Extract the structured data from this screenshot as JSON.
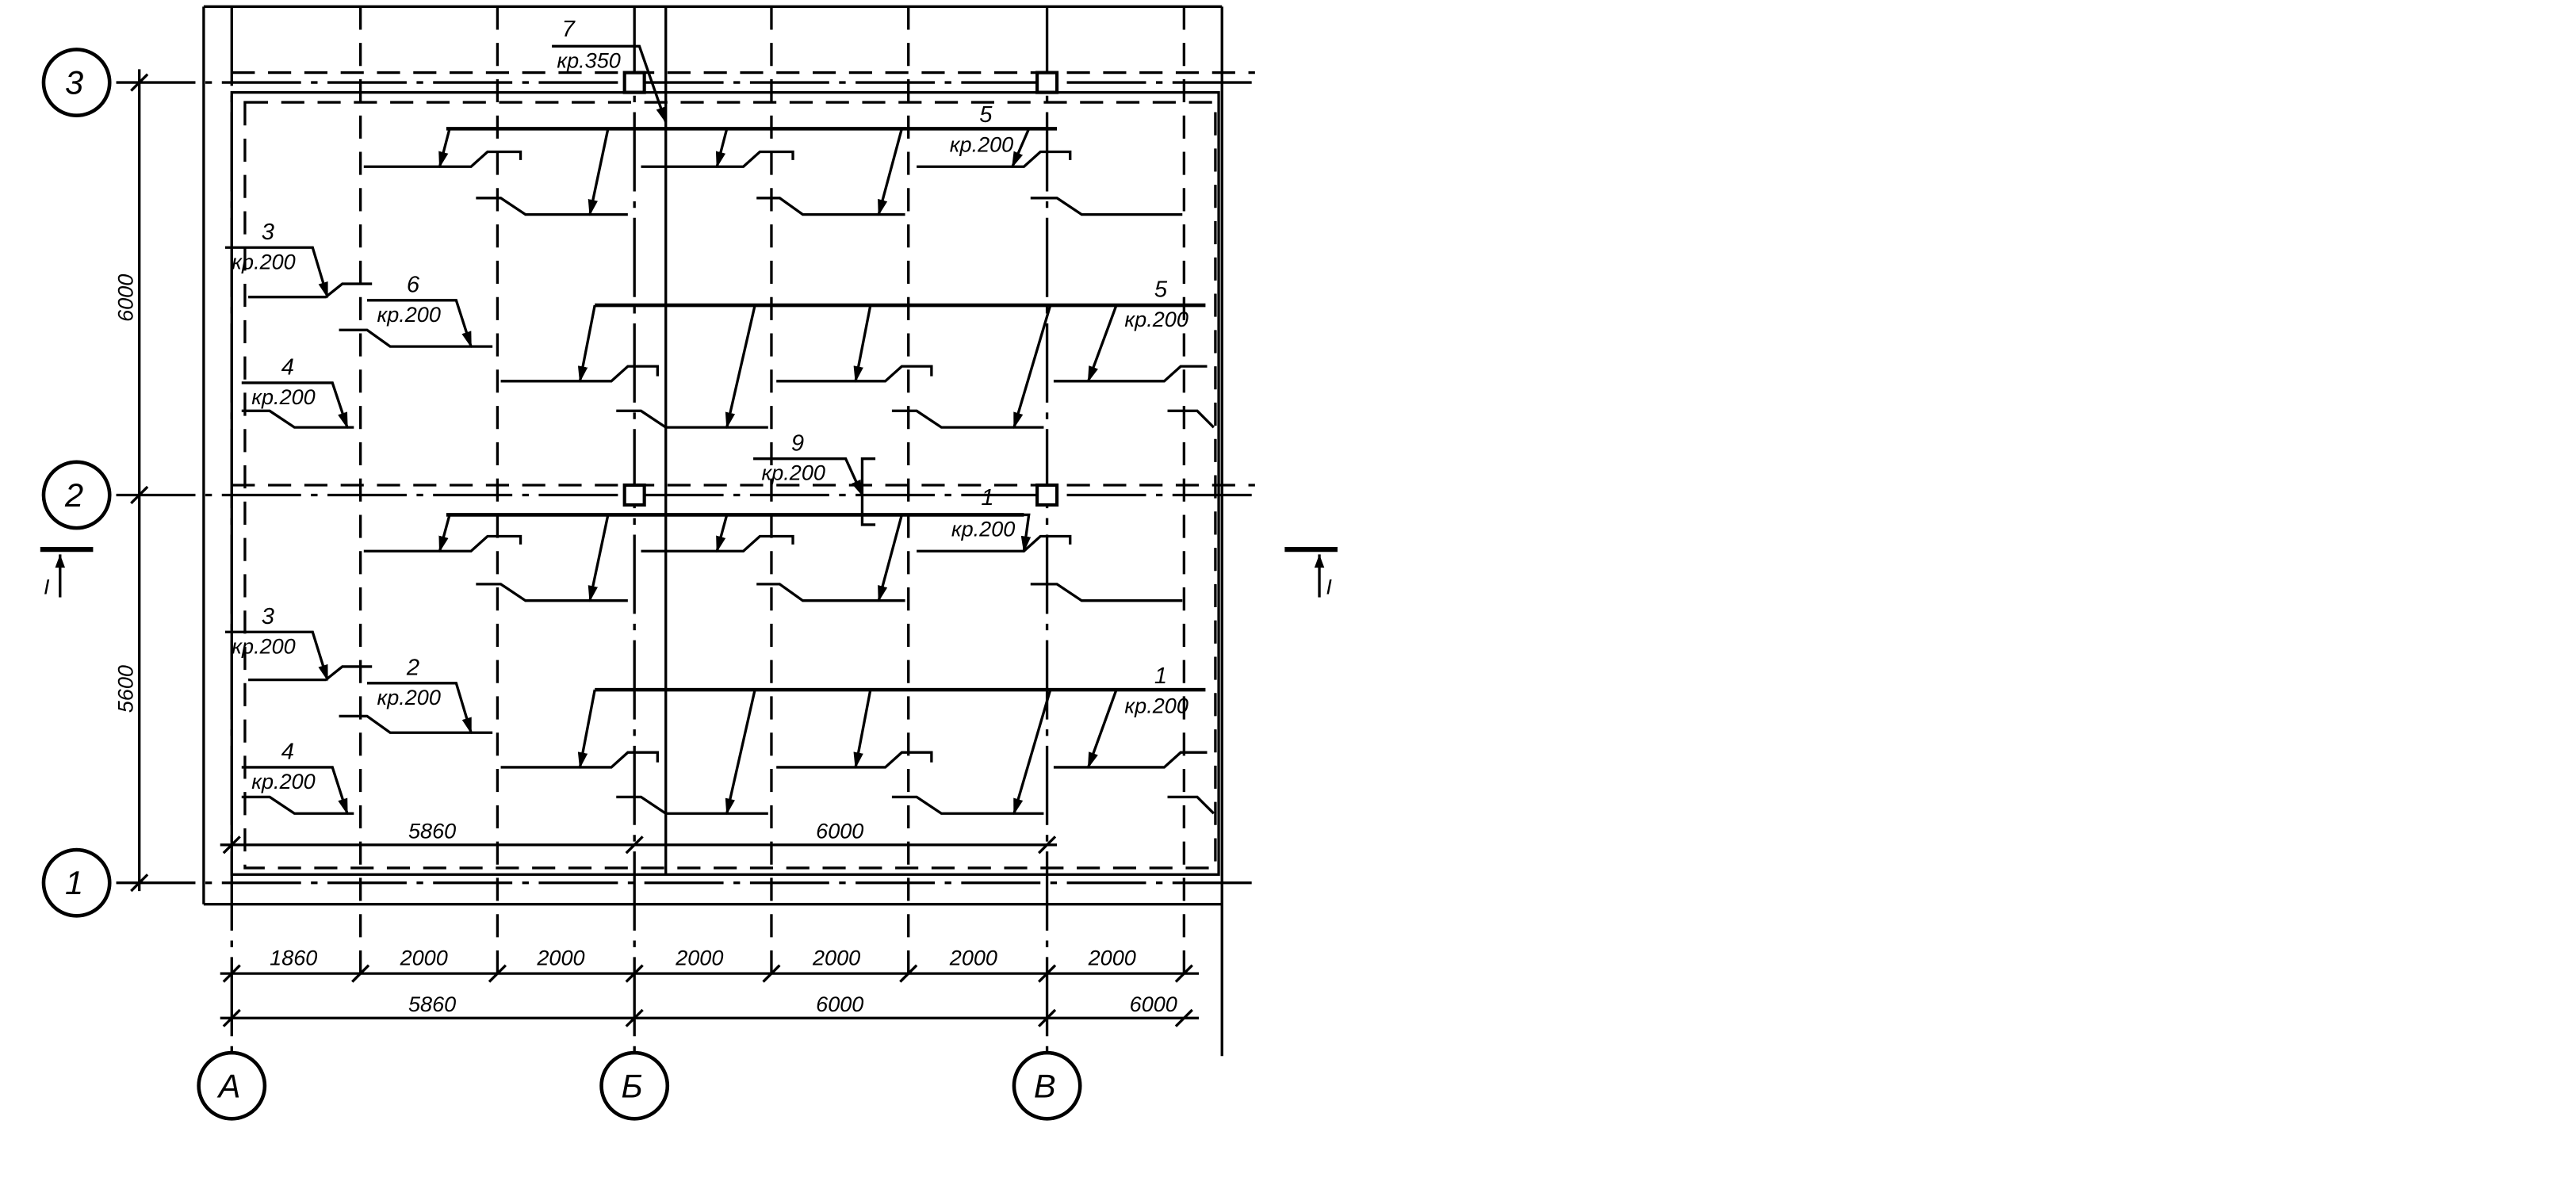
{
  "axes": {
    "columns": [
      "А",
      "Б",
      "В"
    ],
    "rows": [
      "3",
      "2",
      "1"
    ]
  },
  "dimensions": {
    "left_spans": [
      "6000",
      "5600"
    ],
    "bottom_spans": [
      "1860",
      "2000",
      "2000",
      "2000",
      "2000",
      "2000",
      "2000"
    ],
    "bottom_totals": [
      "5860",
      "6000",
      "6000"
    ],
    "inner_totals": [
      "5860",
      "6000"
    ]
  },
  "section": {
    "label_left": "I",
    "label_right": "I"
  },
  "marks": [
    {
      "num": "7",
      "ref": "кр.350"
    },
    {
      "num": "5",
      "ref": "кр.200"
    },
    {
      "num": "3",
      "ref": "кр.200"
    },
    {
      "num": "6",
      "ref": "кр.200"
    },
    {
      "num": "5",
      "ref": "кр.200"
    },
    {
      "num": "4",
      "ref": "кр.200"
    },
    {
      "num": "9",
      "ref": "кр.200"
    },
    {
      "num": "1",
      "ref": "кр.200"
    },
    {
      "num": "3",
      "ref": "кр.200"
    },
    {
      "num": "2",
      "ref": "кр.200"
    },
    {
      "num": "1",
      "ref": "кр.200"
    },
    {
      "num": "4",
      "ref": "кр.200"
    }
  ]
}
